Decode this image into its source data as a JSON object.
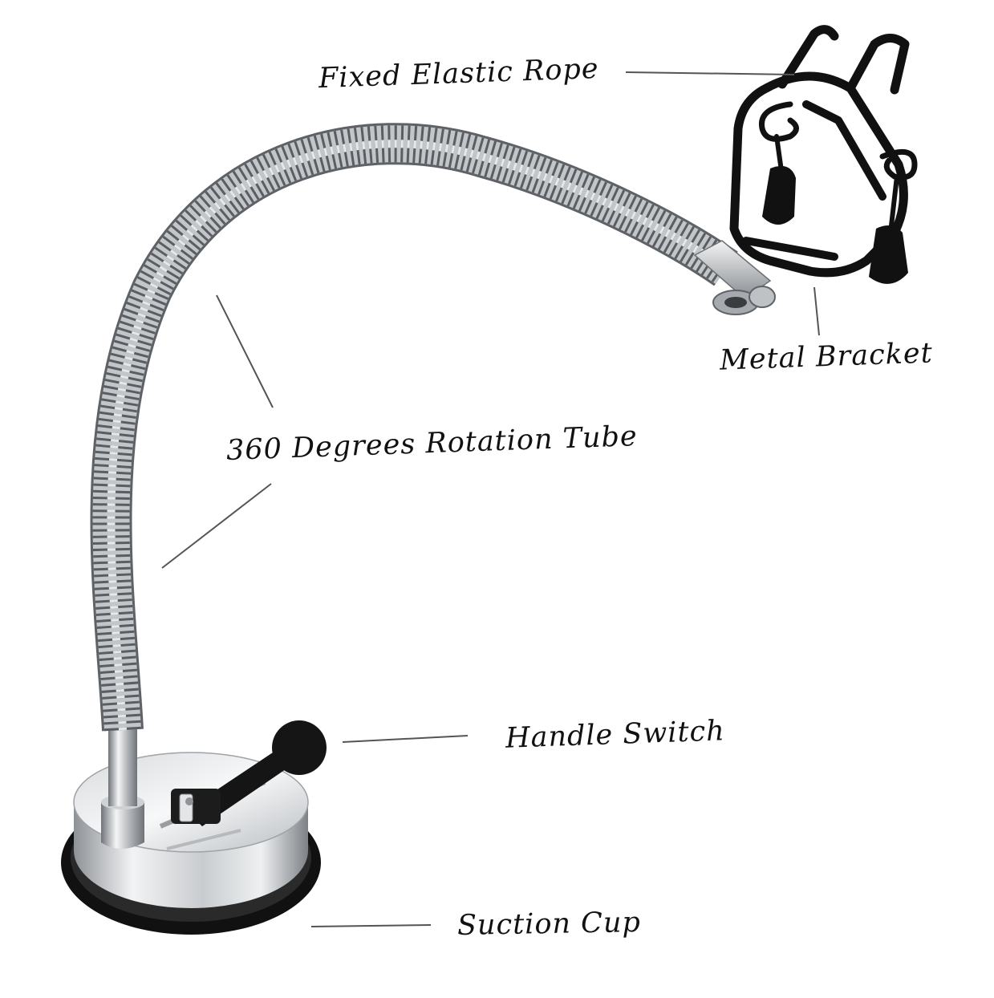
{
  "labels": {
    "rope": "Fixed Elastic Rope",
    "bracket": "Metal Bracket",
    "tube": "360 Degrees Rotation Tube",
    "handle": "Handle Switch",
    "cup": "Suction Cup"
  },
  "colors": {
    "background": "#ffffff",
    "text": "#111111",
    "leader_line": "#555555",
    "metal_light": "#e6e8ea",
    "metal_dark": "#7d8186",
    "rubber_black": "#111111"
  }
}
